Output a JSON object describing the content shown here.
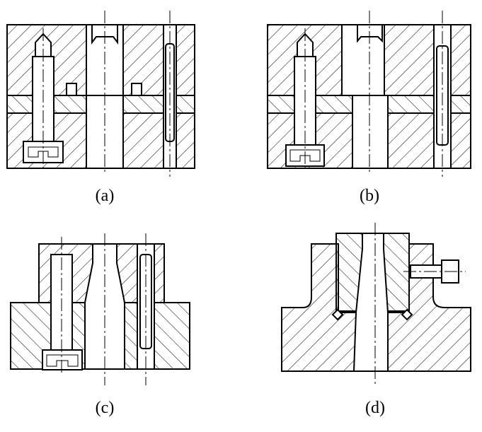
{
  "figure": {
    "labels": {
      "a": "(a)",
      "b": "(b)",
      "c": "(c)",
      "d": "(d)"
    }
  }
}
